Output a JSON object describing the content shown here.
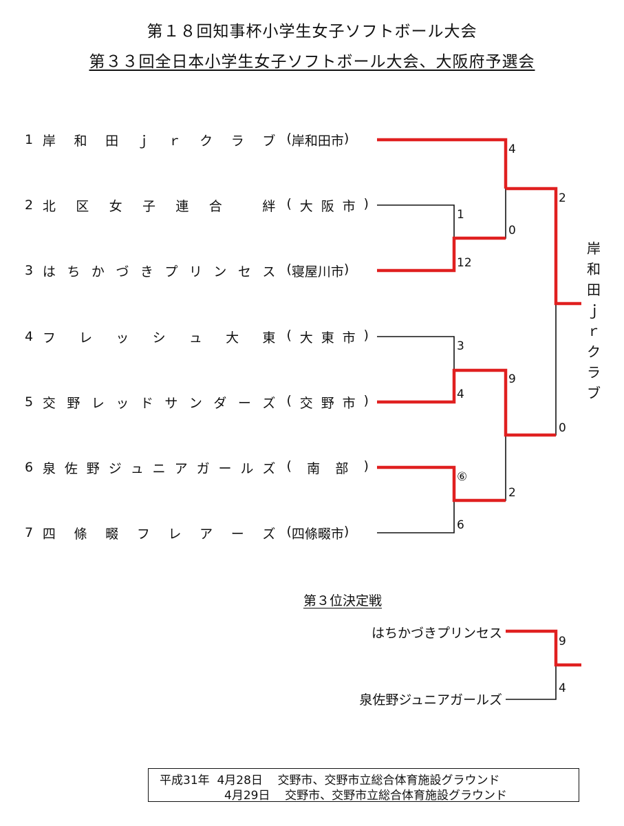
{
  "title1": "第１８回知事杯小学生女子ソフトボール大会",
  "title2": "第３３回全日本小学生女子ソフトボール大会、大阪府予選会",
  "teams": [
    {
      "seed": "1",
      "name": [
        "岸",
        "和",
        "田",
        "ｊ",
        "ｒ",
        "ク",
        "ラ",
        "ブ"
      ],
      "city": [
        "岸和田市"
      ]
    },
    {
      "seed": "2",
      "name": [
        "北",
        "区",
        "女",
        "子",
        "連",
        "合",
        "",
        "絆"
      ],
      "city": [
        "大",
        "阪",
        "市"
      ]
    },
    {
      "seed": "3",
      "name": [
        "は",
        "ち",
        "か",
        "づ",
        "き",
        "プ",
        "リ",
        "ン",
        "セ",
        "ス"
      ],
      "city": [
        "寝屋川市"
      ]
    },
    {
      "seed": "4",
      "name": [
        "フ",
        "レ",
        "ッ",
        "シ",
        "ュ",
        "大",
        "東"
      ],
      "city": [
        "大",
        "東",
        "市"
      ]
    },
    {
      "seed": "5",
      "name": [
        "交",
        "野",
        "レ",
        "ッ",
        "ド",
        "サ",
        "ン",
        "ダ",
        "ー",
        "ズ"
      ],
      "city": [
        "交",
        "野",
        "市"
      ]
    },
    {
      "seed": "6",
      "name": [
        "泉",
        "佐",
        "野",
        "ジ",
        "ュ",
        "ニ",
        "ア",
        "ガ",
        "ー",
        "ル",
        "ズ"
      ],
      "city": [
        "南",
        "部"
      ]
    },
    {
      "seed": "7",
      "name": [
        "四",
        "條",
        "畷",
        "フ",
        "レ",
        "ア",
        "ー",
        "ズ"
      ],
      "city": [
        "四條畷市"
      ]
    }
  ],
  "scores": {
    "r1_top": "1",
    "r1_bottom": "12",
    "r1b_top": "3",
    "r1b_bottom": "4",
    "r1c_top": "⑥",
    "r1c_bottom": "6",
    "sf1_top": "4",
    "sf1_bottom": "0",
    "sf2_top": "9",
    "sf2_bottom": "2",
    "final_top": "2",
    "final_bottom": "0",
    "third_top": "9",
    "third_bottom": "4"
  },
  "champion": [
    "岸",
    "和",
    "田",
    "ｊ",
    "ｒ",
    "ク",
    "ラ",
    "ブ"
  ],
  "third_place": {
    "title": "第３位決定戦",
    "team_top": "はちかづきプリンセス",
    "team_bottom": "泉佐野ジュニアガールズ"
  },
  "info": {
    "line1": "平成31年  4月28日    交野市、交野市立総合体育施設グラウンド",
    "line2": "4月29日    交野市、交野市立総合体育施設グラウンド"
  },
  "colors": {
    "win": "#e02020",
    "line": "#111111"
  }
}
